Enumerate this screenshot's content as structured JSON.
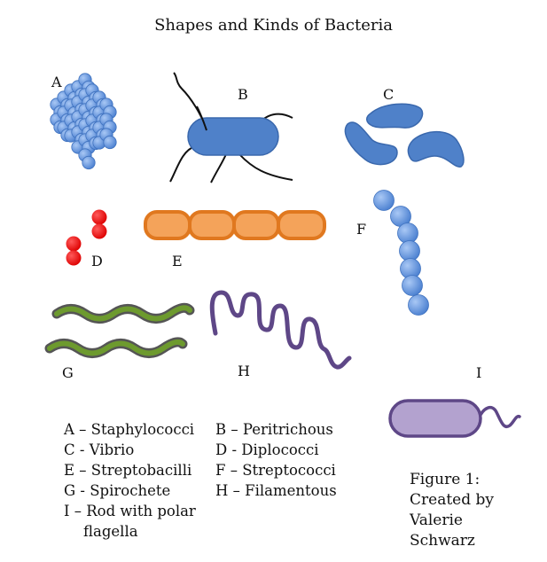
{
  "title": "Shapes and Kinds of Bacteria",
  "labels": {
    "a": "A",
    "b": "B",
    "c": "C",
    "d": "D",
    "e": "E",
    "f": "F",
    "g": "G",
    "h": "H",
    "i": "I"
  },
  "legend": {
    "left": [
      "A – Staphylococci",
      "C  - Vibrio",
      "E – Streptobacilli",
      "G -  Spirochete",
      "I – Rod with polar",
      "flagella"
    ],
    "right": [
      "B – Peritrichous",
      "D - Diplococci",
      "F – Streptococci",
      "H – Filamentous"
    ]
  },
  "figure_caption": [
    "Figure 1:",
    "Created by",
    "Valerie",
    "Schwarz"
  ],
  "colors": {
    "cocci_blue": "#6a9be0",
    "body_blue": "#4f81c9",
    "red": "#ee1111",
    "orange_fill": "#f4a35a",
    "orange_edge": "#e0781f",
    "spiro_green": "#6d9a2e",
    "spiro_edge": "#555555",
    "purple": "#5e4787",
    "purple_fill": "#b3a2cf"
  }
}
